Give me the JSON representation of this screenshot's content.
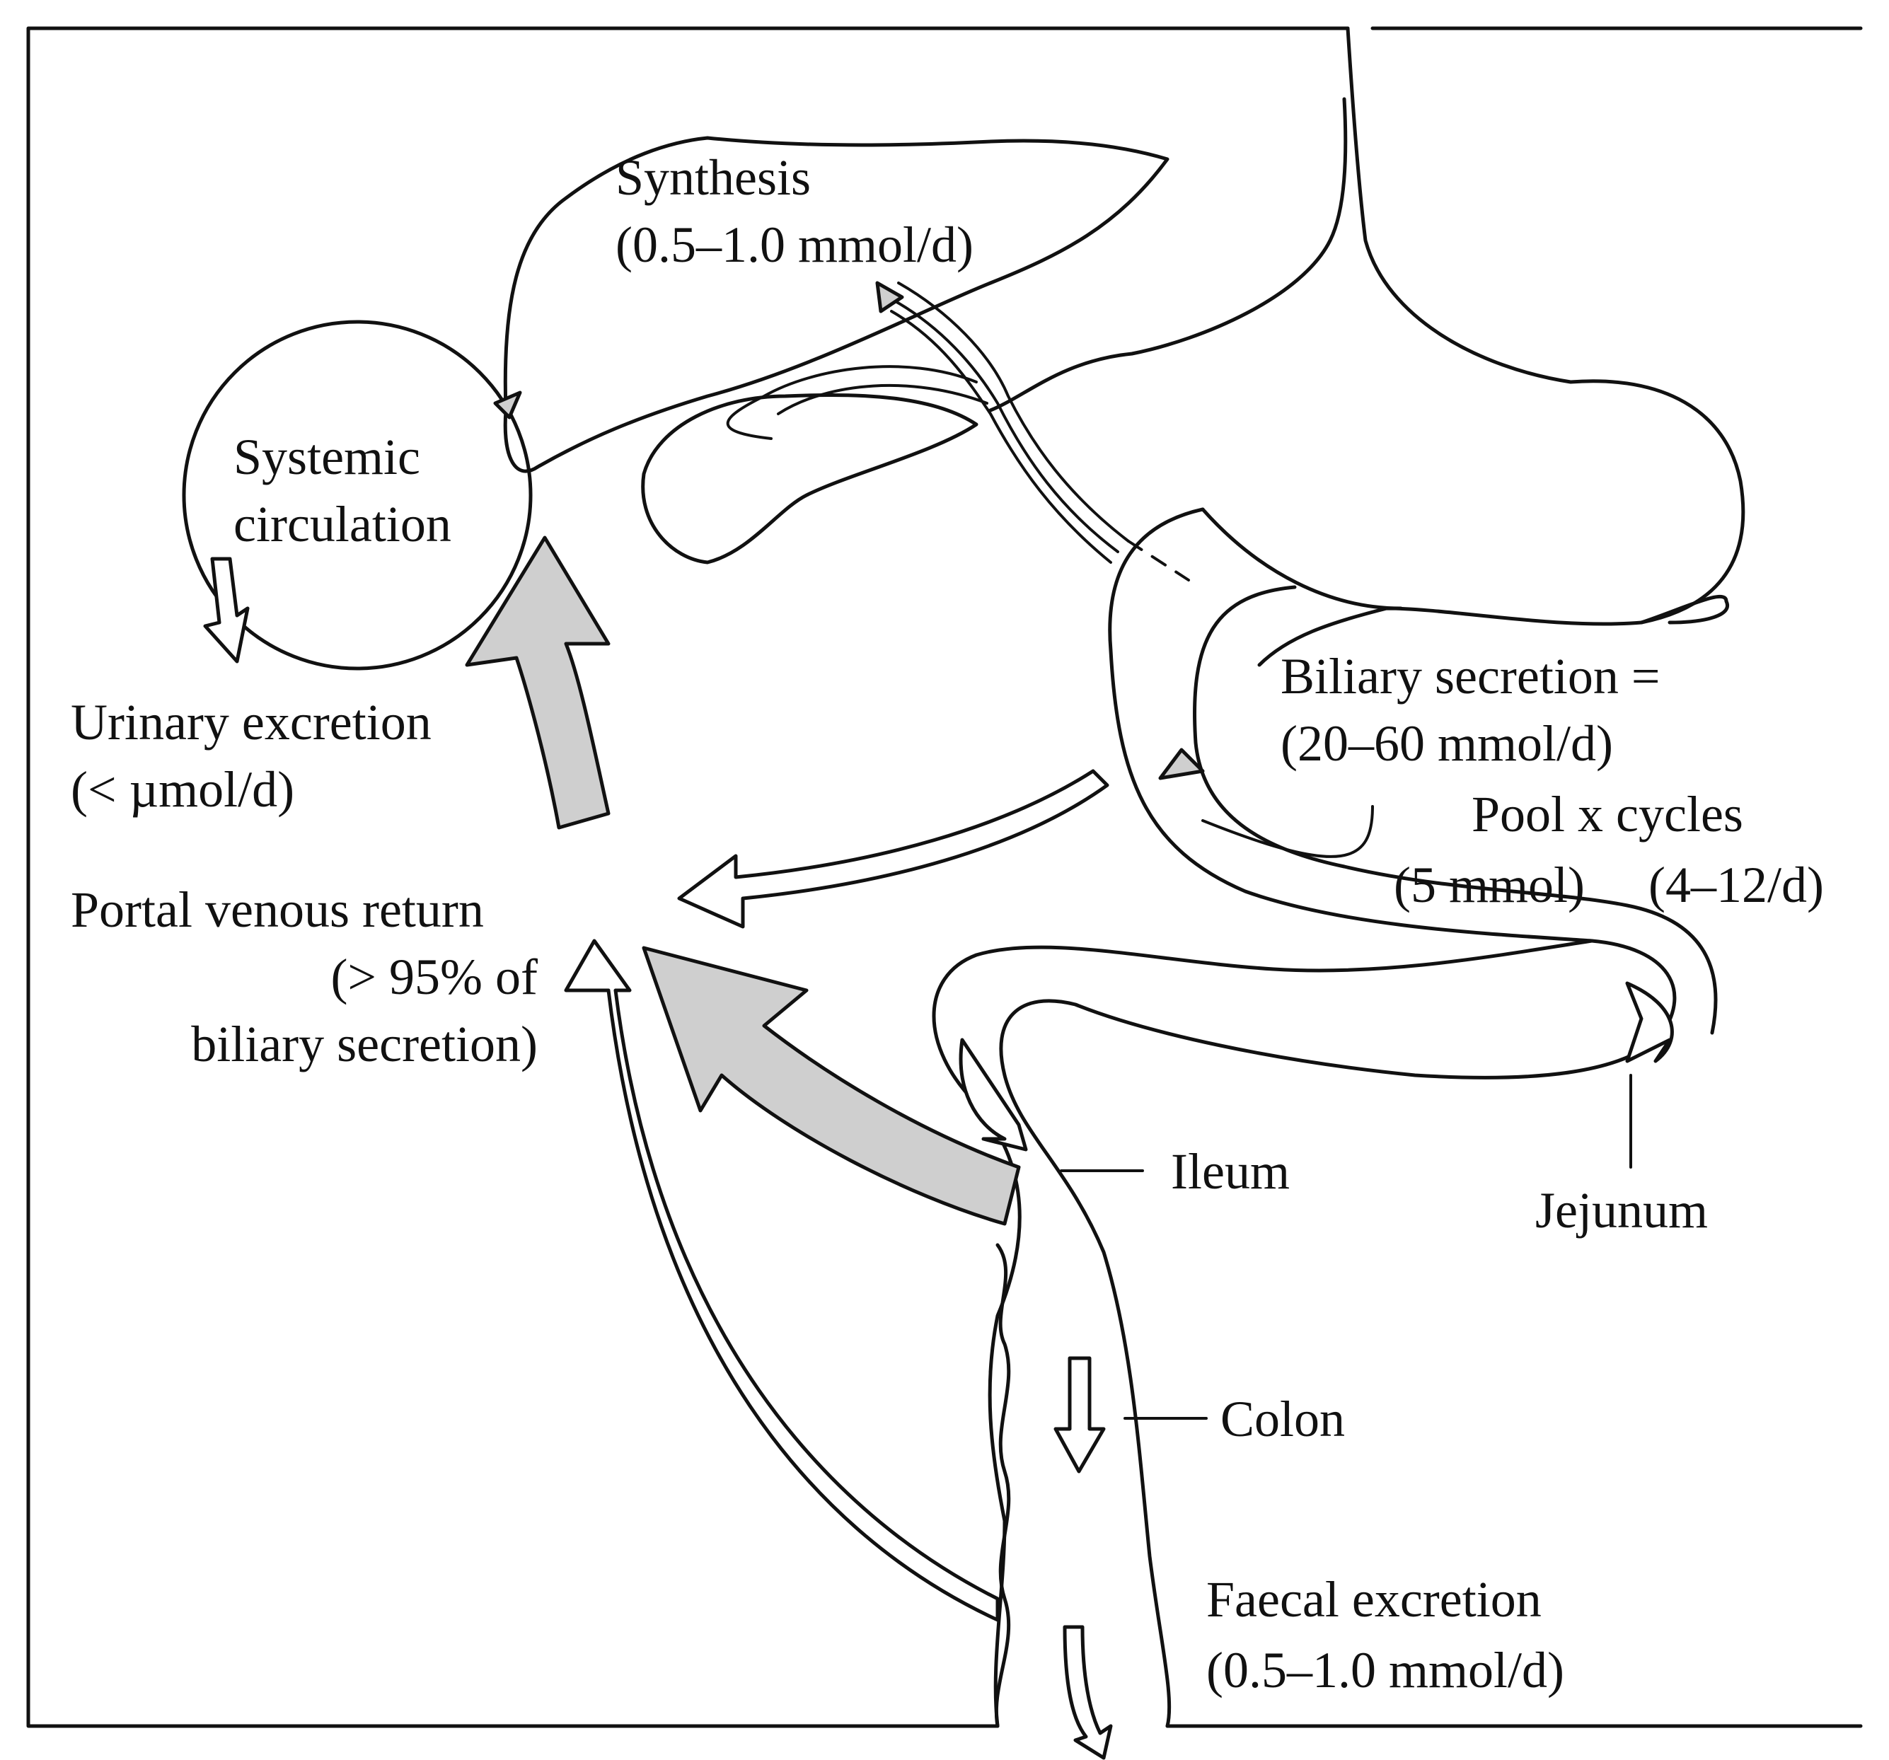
{
  "labels": {
    "synthesis": "Synthesis",
    "synthesis_rate": "(0.5–1.0 mmol/d)",
    "systemic_1": "Systemic",
    "systemic_2": "circulation",
    "urinary_1": "Urinary excretion",
    "urinary_2": "(< µmol/d)",
    "portal_1": "Portal venous return",
    "portal_2": "(> 95% of",
    "portal_3": "biliary secretion)",
    "biliary_1": "Biliary secretion =",
    "biliary_2": "(20–60 mmol/d)",
    "pool_1": "Pool x cycles",
    "pool_2": "(5 mmol)",
    "pool_3": "(4–12/d)",
    "ileum": "Ileum",
    "jejunum": "Jejunum",
    "colon": "Colon",
    "faecal_1": "Faecal excretion",
    "faecal_2": "(0.5–1.0 mmol/d)"
  },
  "colors": {
    "line": "#111111",
    "shade": "#cfcfcf",
    "background": "#ffffff"
  }
}
